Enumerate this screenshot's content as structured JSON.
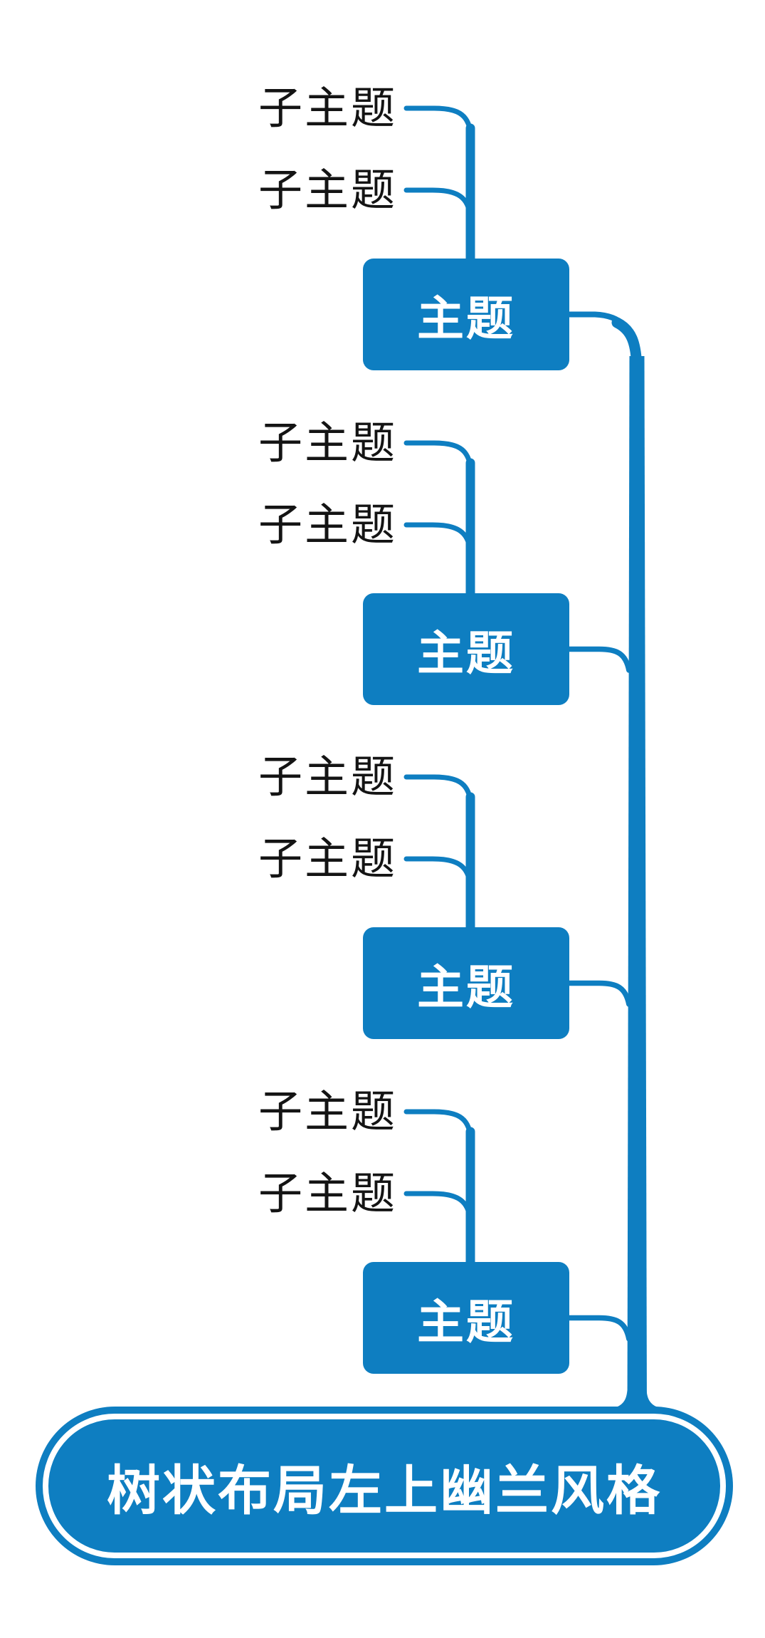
{
  "colors": {
    "accent_blue": "#0e7ec1",
    "subtopic_text": "#141414",
    "node_text": "#ffffff",
    "background": "#ffffff"
  },
  "root": {
    "label": "树状布局左上幽兰风格"
  },
  "topics": [
    {
      "label": "主题",
      "subtopics": [
        "子主题",
        "子主题"
      ]
    },
    {
      "label": "主题",
      "subtopics": [
        "子主题",
        "子主题"
      ]
    },
    {
      "label": "主题",
      "subtopics": [
        "子主题",
        "子主题"
      ]
    },
    {
      "label": "主题",
      "subtopics": [
        "子主题",
        "子主题"
      ]
    }
  ]
}
